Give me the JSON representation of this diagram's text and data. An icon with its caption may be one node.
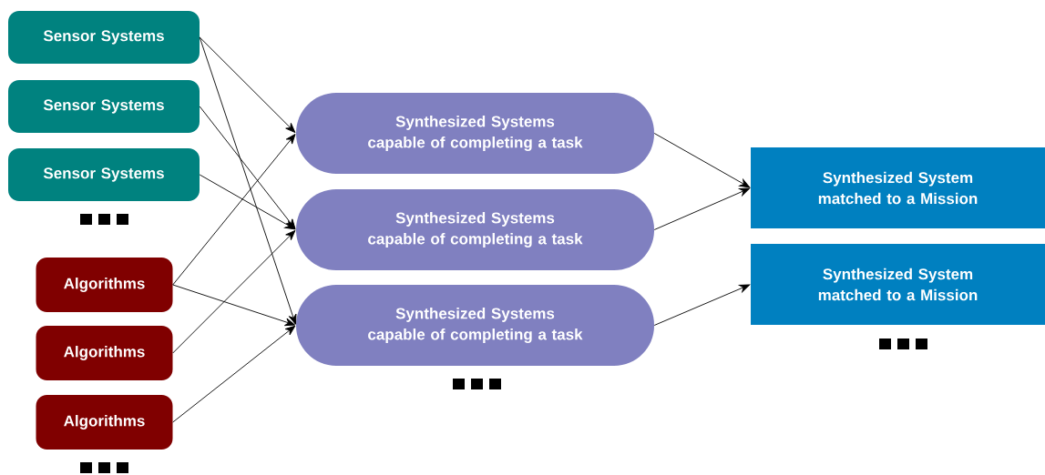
{
  "diagram": {
    "nodes": [
      {
        "text": [
          "Sensor Systems"
        ]
      },
      {
        "text": [
          "Sensor Systems"
        ]
      },
      {
        "text": [
          "Sensor Systems"
        ]
      },
      {
        "text": [
          "Algorithms"
        ]
      },
      {
        "text": [
          "Algorithms"
        ]
      },
      {
        "text": [
          "Algorithms"
        ]
      },
      {
        "text": [
          "Synthesized Systems capable of completing a task"
        ]
      },
      {
        "text": [
          "Synthesized Systems capable of completing a task"
        ]
      },
      {
        "text": [
          "Synthesized Systems capable of completing a task"
        ]
      },
      {
        "text": [
          "Synthesized System matched to a Mission"
        ]
      },
      {
        "text": [
          "Synthesized System matched to a Mission"
        ]
      }
    ],
    "edges": [
      {
        "from": 0,
        "to": 6,
        "arrow": "to"
      },
      {
        "from": 0,
        "to": 8,
        "arrow": "to"
      },
      {
        "from": 1,
        "to": 7,
        "arrow": "to"
      },
      {
        "from": 2,
        "to": 7,
        "arrow": "to"
      },
      {
        "from": 3,
        "to": 6,
        "arrow": "to"
      },
      {
        "from": 3,
        "to": 8,
        "arrow": "to"
      },
      {
        "from": 4,
        "to": 7,
        "arrow": "to"
      },
      {
        "from": 5,
        "to": 8,
        "arrow": "to"
      },
      {
        "from": 6,
        "to": 9,
        "arrow": "to"
      },
      {
        "from": 7,
        "to": 9,
        "arrow": "to"
      },
      {
        "from": 8,
        "to": 10,
        "arrow": "to"
      }
    ]
  }
}
